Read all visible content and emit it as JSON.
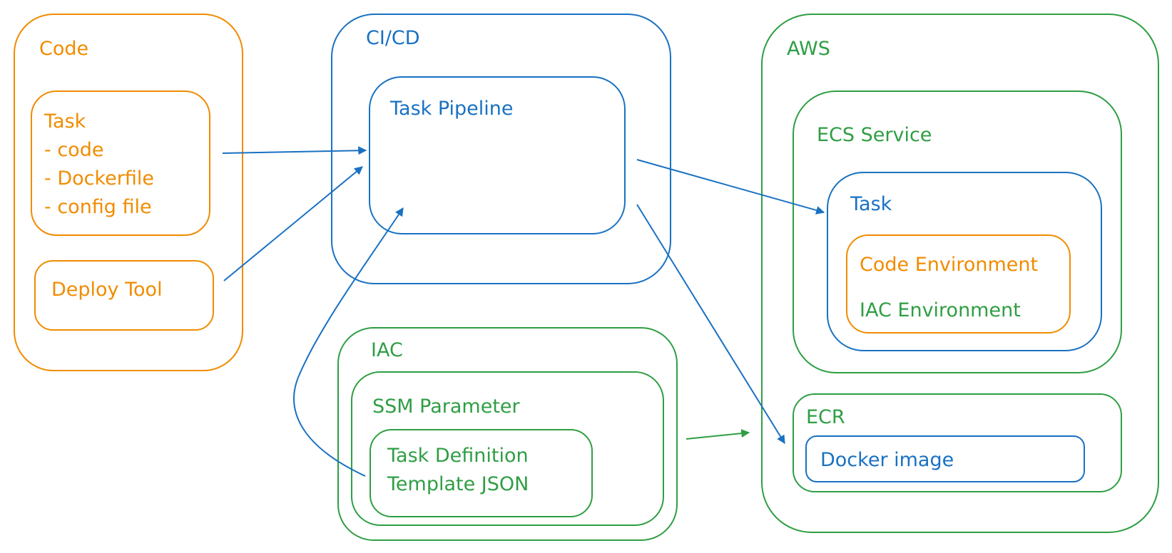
{
  "code": {
    "title": "Code",
    "task": {
      "title": "Task",
      "items": [
        "- code",
        "- Dockerfile",
        "- config file"
      ]
    },
    "deploy_tool": "Deploy Tool"
  },
  "cicd": {
    "title": "CI/CD",
    "pipeline": "Task Pipeline"
  },
  "iac": {
    "title": "IAC",
    "ssm": "SSM Parameter",
    "template_lines": [
      "Task Definition",
      "Template JSON"
    ]
  },
  "aws": {
    "title": "AWS",
    "ecs_service": "ECS Service",
    "task": "Task",
    "code_env": "Code Environment",
    "iac_env": "IAC Environment",
    "ecr": "ECR",
    "docker_image": "Docker image"
  },
  "colors": {
    "orange": "#f08c00",
    "blue": "#1971c2",
    "green": "#2f9e44"
  }
}
